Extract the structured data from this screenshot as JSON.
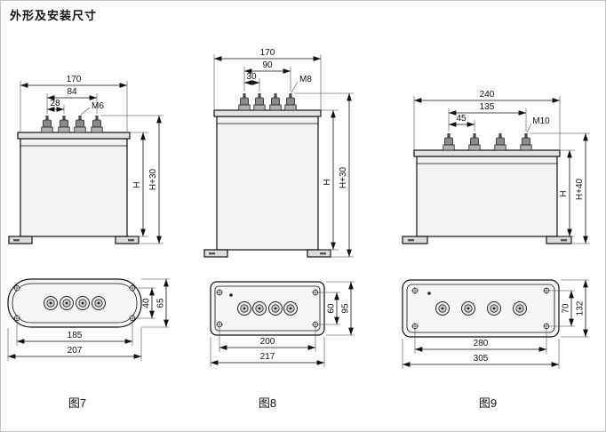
{
  "page": {
    "title": "外形及安装尺寸"
  },
  "figures": [
    {
      "caption": "图7",
      "front": {
        "overall_width": "170",
        "terminal_span": "84",
        "terminal_pitch": "28",
        "terminal_thread": "M6",
        "body_height": "H",
        "total_height": "H+30"
      },
      "top": {
        "mounting_hole_span": "185",
        "overall_length": "207",
        "hole_row_spacing": "40",
        "overall_depth": "65"
      }
    },
    {
      "caption": "图8",
      "front": {
        "overall_width": "170",
        "terminal_span": "90",
        "terminal_pitch": "30",
        "terminal_thread": "M8",
        "body_height": "H",
        "total_height": "H+30"
      },
      "top": {
        "mounting_hole_span": "200",
        "overall_length": "217",
        "hole_row_spacing": "60",
        "overall_depth": "95"
      }
    },
    {
      "caption": "图9",
      "front": {
        "overall_width": "240",
        "terminal_span": "135",
        "terminal_pitch": "45",
        "terminal_thread": "M10",
        "body_height": "H",
        "total_height": "H+40"
      },
      "top": {
        "mounting_hole_span": "280",
        "overall_length": "305",
        "hole_row_spacing": "70",
        "overall_depth": "132"
      }
    }
  ]
}
